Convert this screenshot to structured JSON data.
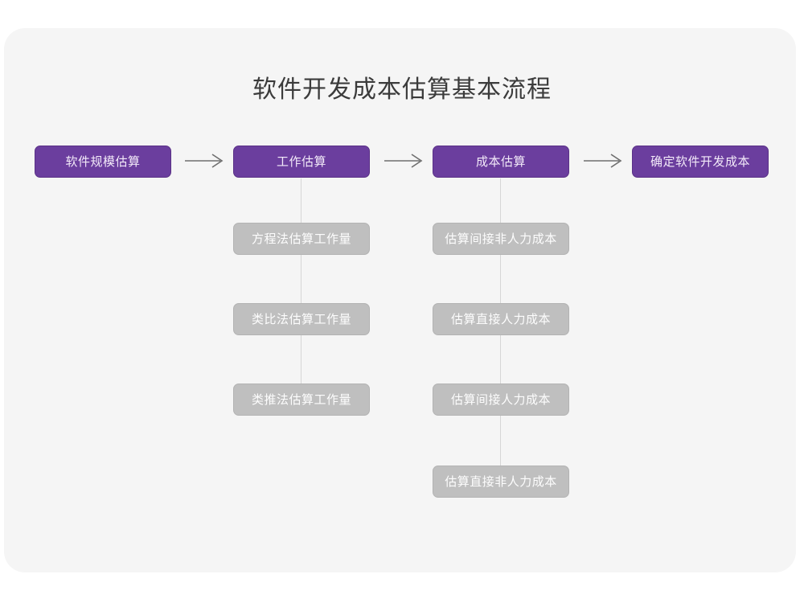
{
  "diagram": {
    "title": "软件开发成本估算基本流程",
    "type": "flowchart",
    "colors": {
      "page_background": "#ffffff",
      "card_background": "#f5f5f5",
      "primary_node_fill": "#6b3e9e",
      "primary_node_border": "#5b3287",
      "primary_node_text": "#f3eaf9",
      "secondary_node_fill": "#bfbfbf",
      "secondary_node_border": "#b3b3b3",
      "secondary_node_text": "#fdfdfd",
      "connector_line": "#d6d6d6",
      "arrow": "#6e6e6e",
      "title_text": "#3b3b3b"
    },
    "main_flow": [
      {
        "id": "step-1",
        "label": "软件规模估算"
      },
      {
        "id": "step-2",
        "label": "工作估算"
      },
      {
        "id": "step-3",
        "label": "成本估算"
      },
      {
        "id": "step-4",
        "label": "确定软件开发成本"
      }
    ],
    "arrows": [
      {
        "id": "arrow-1",
        "from": "软件规模估算",
        "to": "工作估算",
        "glyph": "→"
      },
      {
        "id": "arrow-2",
        "from": "工作估算",
        "to": "成本估算",
        "glyph": "→"
      },
      {
        "id": "arrow-3",
        "from": "成本估算",
        "to": "确定软件开发成本",
        "glyph": "→"
      }
    ],
    "branches": [
      {
        "parent": "工作估算",
        "column": "left",
        "items": [
          {
            "id": "work-1",
            "label": "方程法估算工作量"
          },
          {
            "id": "work-2",
            "label": "类比法估算工作量"
          },
          {
            "id": "work-3",
            "label": "类推法估算工作量"
          }
        ]
      },
      {
        "parent": "成本估算",
        "column": "right",
        "items": [
          {
            "id": "cost-1",
            "label": "估算间接非人力成本"
          },
          {
            "id": "cost-2",
            "label": "估算直接人力成本"
          },
          {
            "id": "cost-3",
            "label": "估算间接人力成本"
          },
          {
            "id": "cost-4",
            "label": "估算直接非人力成本"
          }
        ]
      }
    ]
  }
}
